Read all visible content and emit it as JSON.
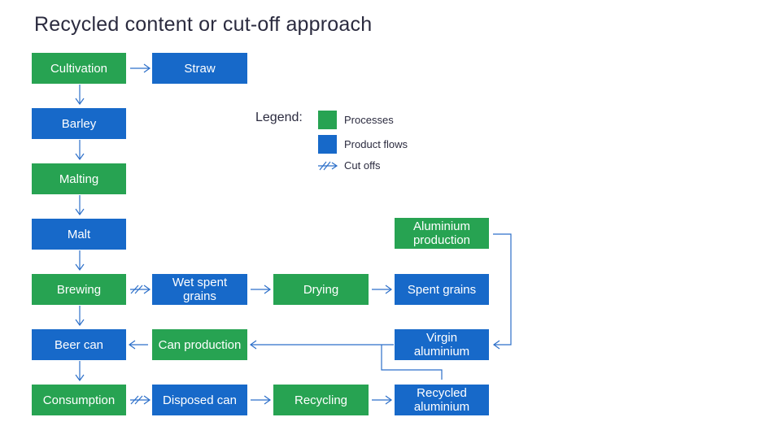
{
  "title": "Recycled content or cut-off approach",
  "colors": {
    "process": "#27a352",
    "product_flow": "#1769c9",
    "connector": "#2c6fc9"
  },
  "legend": {
    "title": "Legend:",
    "items": [
      {
        "label": "Processes",
        "kind": "process"
      },
      {
        "label": "Product flows",
        "kind": "product_flow"
      },
      {
        "label": "Cut offs",
        "kind": "cut-off",
        "icon": "double-slash-arrow-icon"
      }
    ]
  },
  "nodes": {
    "cultivation": {
      "label": "Cultivation",
      "kind": "process"
    },
    "straw": {
      "label": "Straw",
      "kind": "product_flow"
    },
    "barley": {
      "label": "Barley",
      "kind": "product_flow"
    },
    "malting": {
      "label": "Malting",
      "kind": "process"
    },
    "malt": {
      "label": "Malt",
      "kind": "product_flow"
    },
    "brewing": {
      "label": "Brewing",
      "kind": "process"
    },
    "wet_spent_grains": {
      "label": "Wet spent grains",
      "kind": "product_flow"
    },
    "drying": {
      "label": "Drying",
      "kind": "process"
    },
    "spent_grains": {
      "label": "Spent grains",
      "kind": "product_flow"
    },
    "aluminium_production": {
      "label": "Aluminium production",
      "kind": "process"
    },
    "beer_can": {
      "label": "Beer can",
      "kind": "product_flow"
    },
    "can_production": {
      "label": "Can production",
      "kind": "process"
    },
    "virgin_aluminium": {
      "label": "Virgin aluminium",
      "kind": "product_flow"
    },
    "consumption": {
      "label": "Consumption",
      "kind": "process"
    },
    "disposed_can": {
      "label": "Disposed can",
      "kind": "product_flow"
    },
    "recycling": {
      "label": "Recycling",
      "kind": "process"
    },
    "recycled_aluminium": {
      "label": "Recycled aluminium",
      "kind": "product_flow"
    }
  },
  "edges": [
    {
      "from": "cultivation",
      "to": "straw",
      "type": "flow"
    },
    {
      "from": "cultivation",
      "to": "barley",
      "type": "flow"
    },
    {
      "from": "barley",
      "to": "malting",
      "type": "flow"
    },
    {
      "from": "malting",
      "to": "malt",
      "type": "flow"
    },
    {
      "from": "malt",
      "to": "brewing",
      "type": "flow"
    },
    {
      "from": "brewing",
      "to": "wet_spent_grains",
      "type": "cut-off"
    },
    {
      "from": "wet_spent_grains",
      "to": "drying",
      "type": "flow"
    },
    {
      "from": "drying",
      "to": "spent_grains",
      "type": "flow"
    },
    {
      "from": "brewing",
      "to": "beer_can",
      "type": "flow"
    },
    {
      "from": "can_production",
      "to": "beer_can",
      "type": "flow"
    },
    {
      "from": "aluminium_production",
      "to": "virgin_aluminium",
      "type": "flow"
    },
    {
      "from": "virgin_aluminium",
      "to": "can_production",
      "type": "flow"
    },
    {
      "from": "recycled_aluminium",
      "to": "can_production",
      "type": "flow"
    },
    {
      "from": "beer_can",
      "to": "consumption",
      "type": "flow"
    },
    {
      "from": "consumption",
      "to": "disposed_can",
      "type": "cut-off"
    },
    {
      "from": "disposed_can",
      "to": "recycling",
      "type": "flow"
    },
    {
      "from": "recycling",
      "to": "recycled_aluminium",
      "type": "flow"
    }
  ]
}
